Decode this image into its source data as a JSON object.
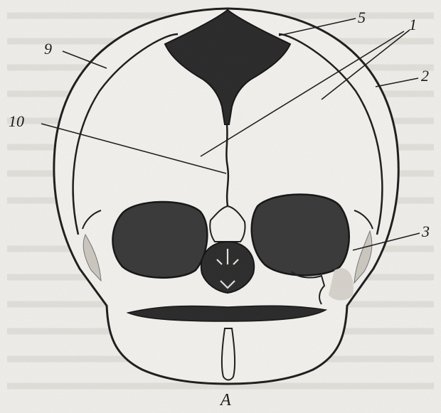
{
  "figure": {
    "caption": "A",
    "labels": [
      {
        "id": "1",
        "text": "1"
      },
      {
        "id": "2",
        "text": "2"
      },
      {
        "id": "3",
        "text": "3"
      },
      {
        "id": "5",
        "text": "5"
      },
      {
        "id": "9",
        "text": "9"
      },
      {
        "id": "10",
        "text": "10"
      }
    ]
  }
}
